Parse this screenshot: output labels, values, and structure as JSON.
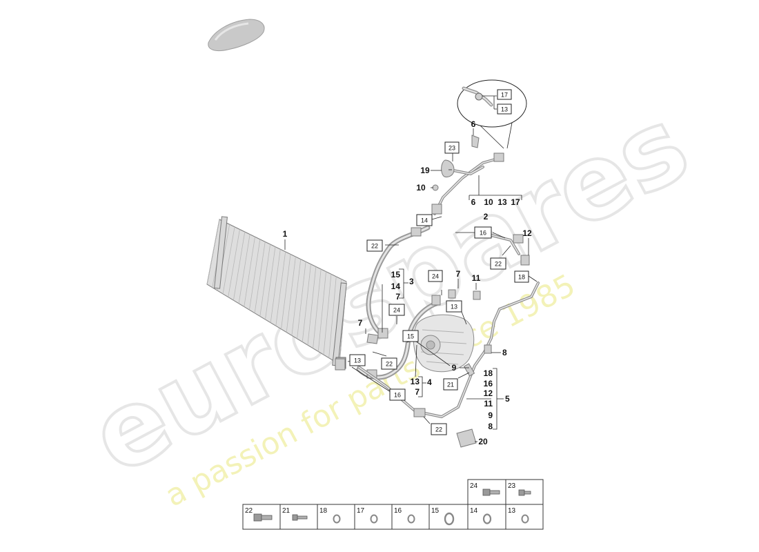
{
  "watermark": {
    "brand": "eurospares",
    "tagline": "a passion for parts since 1985"
  },
  "callouts": [
    {
      "id": "c1",
      "text": "1"
    },
    {
      "id": "c2",
      "text": "2"
    },
    {
      "id": "c3",
      "text": "3"
    },
    {
      "id": "c4",
      "text": "4"
    },
    {
      "id": "c5",
      "text": "5"
    },
    {
      "id": "c6",
      "text": "6"
    },
    {
      "id": "c7a",
      "text": "7"
    },
    {
      "id": "c7b",
      "text": "7"
    },
    {
      "id": "c8",
      "text": "8"
    },
    {
      "id": "c9",
      "text": "9"
    },
    {
      "id": "c10",
      "text": "10"
    },
    {
      "id": "c11",
      "text": "11"
    },
    {
      "id": "c12",
      "text": "12"
    },
    {
      "id": "c19",
      "text": "19"
    },
    {
      "id": "c20",
      "text": "20"
    }
  ],
  "groups": {
    "g2": [
      "6",
      "10",
      "13",
      "17"
    ],
    "g3": [
      "15",
      "14",
      "7"
    ],
    "g4": [
      "13",
      "7"
    ],
    "g5": [
      "18",
      "16",
      "12",
      "11",
      "9",
      "8"
    ]
  },
  "boxed": [
    {
      "id": "b17",
      "text": "17"
    },
    {
      "id": "b13a",
      "text": "13"
    },
    {
      "id": "b23",
      "text": "23"
    },
    {
      "id": "b14a",
      "text": "14"
    },
    {
      "id": "b22a",
      "text": "22"
    },
    {
      "id": "b16a",
      "text": "16"
    },
    {
      "id": "b22b",
      "text": "22"
    },
    {
      "id": "b18",
      "text": "18"
    },
    {
      "id": "b24a",
      "text": "24"
    },
    {
      "id": "b13b",
      "text": "13"
    },
    {
      "id": "b24b",
      "text": "24"
    },
    {
      "id": "b15",
      "text": "15"
    },
    {
      "id": "b13c",
      "text": "13"
    },
    {
      "id": "b22c",
      "text": "22"
    },
    {
      "id": "b21",
      "text": "21"
    },
    {
      "id": "b16b",
      "text": "16"
    },
    {
      "id": "b22d",
      "text": "22"
    }
  ],
  "legend": {
    "top": [
      {
        "num": "24",
        "icon": "bolt-large-icon"
      },
      {
        "num": "23",
        "icon": "bolt-small-icon"
      }
    ],
    "bottom": [
      {
        "num": "22",
        "icon": "bolt-large-icon"
      },
      {
        "num": "21",
        "icon": "bolt-long-icon"
      },
      {
        "num": "18",
        "icon": "o-ring-icon"
      },
      {
        "num": "17",
        "icon": "o-ring-icon"
      },
      {
        "num": "16",
        "icon": "o-ring-icon"
      },
      {
        "num": "15",
        "icon": "o-ring-large-icon"
      },
      {
        "num": "14",
        "icon": "o-ring-icon"
      },
      {
        "num": "13",
        "icon": "o-ring-icon"
      }
    ]
  }
}
